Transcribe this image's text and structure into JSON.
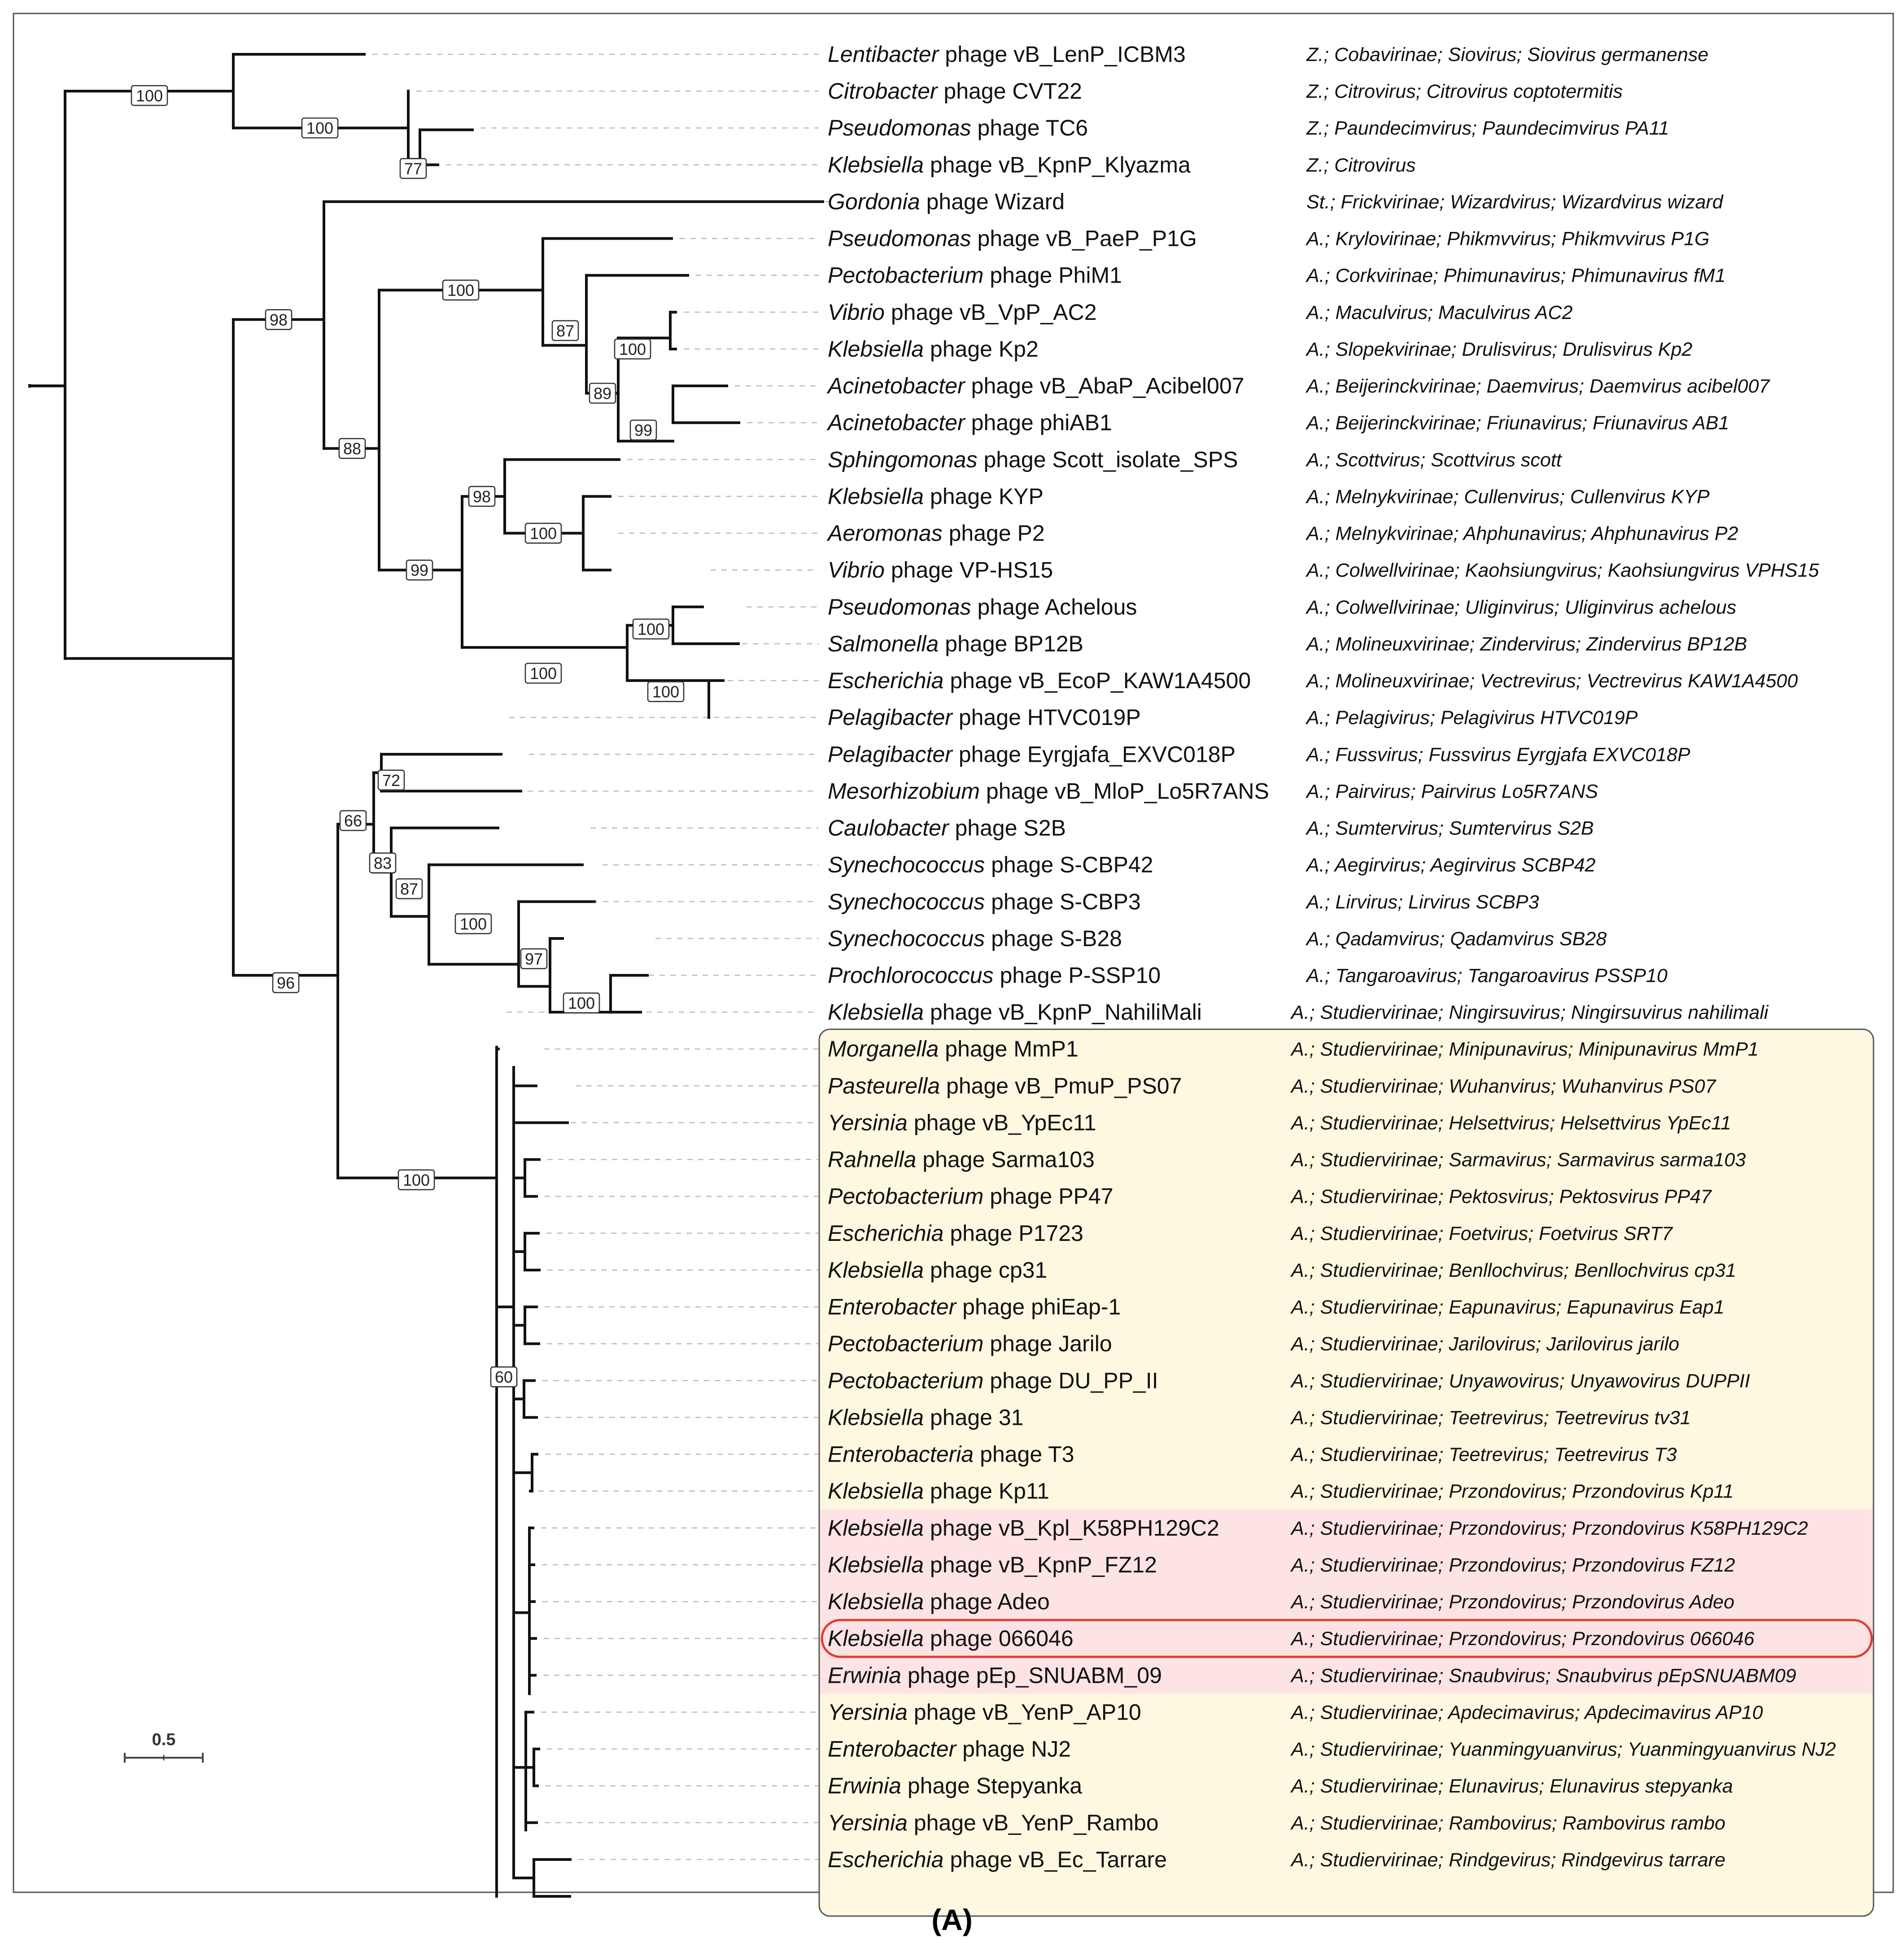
{
  "figure": {
    "panel_label": "(A)",
    "scale_bar_label": "0.5",
    "colors": {
      "clade_yellow": "#fff8e1",
      "clade_pink": "#fde3e3",
      "highlight_outline": "#e53935"
    }
  },
  "taxa": [
    {
      "genus": "Lentibacter",
      "rest": " phage vB_LenP_ICBM3",
      "taxonomy": "Z.; Cobavirinae; Siovirus; Siovirus germanense"
    },
    {
      "genus": "Citrobacter",
      "rest": " phage CVT22",
      "taxonomy": "Z.; Citrovirus; Citrovirus coptotermitis"
    },
    {
      "genus": "Pseudomonas",
      "rest": " phage TC6",
      "taxonomy": "Z.; Paundecimvirus; Paundecimvirus PA11"
    },
    {
      "genus": "Klebsiella",
      "rest": " phage vB_KpnP_Klyazma",
      "taxonomy": "Z.; Citrovirus"
    },
    {
      "genus": "Gordonia",
      "rest": " phage Wizard",
      "taxonomy": "St.; Frickvirinae; Wizardvirus; Wizardvirus wizard"
    },
    {
      "genus": "Pseudomonas",
      "rest": " phage vB_PaeP_P1G",
      "taxonomy": "A.; Krylovirinae; Phikmvvirus; Phikmvvirus P1G"
    },
    {
      "genus": "Pectobacterium",
      "rest": " phage PhiM1",
      "taxonomy": "A.; Corkvirinae; Phimunavirus; Phimunavirus fM1"
    },
    {
      "genus": "Vibrio",
      "rest": " phage vB_VpP_AC2",
      "taxonomy": "A.; Maculvirus; Maculvirus AC2"
    },
    {
      "genus": "Klebsiella",
      "rest": " phage Kp2",
      "taxonomy": "A.; Slopekvirinae; Drulisvirus; Drulisvirus Kp2"
    },
    {
      "genus": "Acinetobacter",
      "rest": " phage vB_AbaP_Acibel007",
      "taxonomy": "A.; Beijerinckvirinae; Daemvirus; Daemvirus acibel007"
    },
    {
      "genus": "Acinetobacter",
      "rest": " phage phiAB1",
      "taxonomy": "A.; Beijerinckvirinae; Friunavirus; Friunavirus AB1"
    },
    {
      "genus": "Sphingomonas",
      "rest": " phage Scott_isolate_SPS",
      "taxonomy": "A.; Scottvirus; Scottvirus scott"
    },
    {
      "genus": "Klebsiella",
      "rest": " phage KYP",
      "taxonomy": "A.; Melnykvirinae; Cullenvirus; Cullenvirus KYP"
    },
    {
      "genus": "Aeromonas",
      "rest": " phage P2",
      "taxonomy": "A.; Melnykvirinae; Ahphunavirus; Ahphunavirus P2"
    },
    {
      "genus": "Vibrio",
      "rest": " phage VP-HS15",
      "taxonomy": "A.; Colwellvirinae; Kaohsiungvirus; Kaohsiungvirus VPHS15"
    },
    {
      "genus": "Pseudomonas",
      "rest": " phage Achelous",
      "taxonomy": "A.; Colwellvirinae; Uliginvirus; Uliginvirus achelous"
    },
    {
      "genus": "Salmonella",
      "rest": " phage BP12B",
      "taxonomy": "A.; Molineuxvirinae; Zindervirus; Zindervirus BP12B"
    },
    {
      "genus": "Escherichia",
      "rest": " phage vB_EcoP_KAW1A4500",
      "taxonomy": "A.; Molineuxvirinae; Vectrevirus; Vectrevirus KAW1A4500"
    },
    {
      "genus": "Pelagibacter",
      "rest": " phage HTVC019P",
      "taxonomy": "A.; Pelagivirus; Pelagivirus HTVC019P"
    },
    {
      "genus": "Pelagibacter",
      "rest": " phage Eyrgjafa_EXVC018P",
      "taxonomy": "A.; Fussvirus; Fussvirus Eyrgjafa EXVC018P"
    },
    {
      "genus": "Mesorhizobium",
      "rest": " phage vB_MloP_Lo5R7ANS",
      "taxonomy": "A.; Pairvirus; Pairvirus Lo5R7ANS"
    },
    {
      "genus": "Caulobacter",
      "rest": " phage S2B",
      "taxonomy": "A.; Sumtervirus; Sumtervirus S2B"
    },
    {
      "genus": "Synechococcus",
      "rest": " phage S-CBP42",
      "taxonomy": "A.; Aegirvirus; Aegirvirus SCBP42"
    },
    {
      "genus": "Synechococcus",
      "rest": " phage S-CBP3",
      "taxonomy": "A.; Lirvirus; Lirvirus SCBP3"
    },
    {
      "genus": "Synechococcus",
      "rest": " phage S-B28",
      "taxonomy": "A.; Qadamvirus; Qadamvirus SB28"
    },
    {
      "genus": "Prochlorococcus",
      "rest": " phage P-SSP10",
      "taxonomy": "A.; Tangaroavirus; Tangaroavirus PSSP10"
    },
    {
      "genus": "Klebsiella",
      "rest": " phage vB_KpnP_NahiliMali",
      "taxonomy": "A.; Studiervirinae; Ningirsuvirus; Ningirsuvirus nahilimali"
    },
    {
      "genus": "Morganella",
      "rest": " phage MmP1",
      "taxonomy": "A.; Studiervirinae; Minipunavirus; Minipunavirus MmP1"
    },
    {
      "genus": "Pasteurella",
      "rest": " phage vB_PmuP_PS07",
      "taxonomy": "A.; Studiervirinae; Wuhanvirus; Wuhanvirus PS07"
    },
    {
      "genus": "Yersinia",
      "rest": " phage vB_YpEc11",
      "taxonomy": "A.; Studiervirinae; Helsettvirus; Helsettvirus YpEc11"
    },
    {
      "genus": "Rahnella",
      "rest": " phage Sarma103",
      "taxonomy": "A.; Studiervirinae; Sarmavirus; Sarmavirus sarma103"
    },
    {
      "genus": "Pectobacterium",
      "rest": " phage PP47",
      "taxonomy": "A.; Studiervirinae; Pektosvirus; Pektosvirus PP47"
    },
    {
      "genus": "Escherichia",
      "rest": " phage P1723",
      "taxonomy": "A.; Studiervirinae; Foetvirus; Foetvirus SRT7"
    },
    {
      "genus": "Klebsiella",
      "rest": " phage cp31",
      "taxonomy": "A.; Studiervirinae; Benllochvirus; Benllochvirus cp31"
    },
    {
      "genus": "Enterobacter",
      "rest": " phage phiEap-1",
      "taxonomy": "A.; Studiervirinae; Eapunavirus; Eapunavirus Eap1"
    },
    {
      "genus": "Pectobacterium",
      "rest": " phage Jarilo",
      "taxonomy": "A.; Studiervirinae; Jarilovirus; Jarilovirus jarilo"
    },
    {
      "genus": "Pectobacterium",
      "rest": " phage DU_PP_II",
      "taxonomy": "A.; Studiervirinae; Unyawovirus; Unyawovirus DUPPII"
    },
    {
      "genus": "Klebsiella",
      "rest": " phage 31",
      "taxonomy": "A.; Studiervirinae; Teetrevirus; Teetrevirus tv31"
    },
    {
      "genus": "Enterobacteria",
      "rest": " phage T3",
      "taxonomy": "A.; Studiervirinae; Teetrevirus; Teetrevirus T3"
    },
    {
      "genus": "Klebsiella",
      "rest": " phage Kp11",
      "taxonomy": "A.; Studiervirinae; Przondovirus; Przondovirus Kp11"
    },
    {
      "genus": "Klebsiella",
      "rest": " phage vB_Kpl_K58PH129C2",
      "taxonomy": "A.; Studiervirinae; Przondovirus; Przondovirus K58PH129C2"
    },
    {
      "genus": "Klebsiella",
      "rest": " phage vB_KpnP_FZ12",
      "taxonomy": "A.; Studiervirinae; Przondovirus; Przondovirus FZ12"
    },
    {
      "genus": "Klebsiella",
      "rest": " phage Adeo",
      "taxonomy": "A.; Studiervirinae; Przondovirus; Przondovirus Adeo"
    },
    {
      "genus": "Klebsiella",
      "rest": " phage 066046",
      "taxonomy": "A.; Studiervirinae; Przondovirus; Przondovirus 066046"
    },
    {
      "genus": "Erwinia",
      "rest": " phage pEp_SNUABM_09",
      "taxonomy": "A.; Studiervirinae; Snaubvirus; Snaubvirus pEpSNUABM09"
    },
    {
      "genus": "Yersinia",
      "rest": " phage vB_YenP_AP10",
      "taxonomy": "A.; Studiervirinae; Apdecimavirus; Apdecimavirus AP10"
    },
    {
      "genus": "Enterobacter",
      "rest": " phage NJ2",
      "taxonomy": "A.; Studiervirinae; Yuanmingyuanvirus; Yuanmingyuanvirus NJ2"
    },
    {
      "genus": "Erwinia",
      "rest": " phage Stepyanka",
      "taxonomy": "A.; Studiervirinae; Elunavirus; Elunavirus stepyanka"
    },
    {
      "genus": "Yersinia",
      "rest": " phage vB_YenP_Rambo",
      "taxonomy": "A.; Studiervirinae; Rambovirus; Rambovirus rambo"
    },
    {
      "genus": "Escherichia",
      "rest": " phage vB_Ec_Tarrare",
      "taxonomy": "A.; Studiervirinae; Rindgevirus; Rindgevirus tarrare"
    }
  ],
  "support_values": [
    "100",
    "100",
    "77",
    "98",
    "88",
    "100",
    "87",
    "100",
    "89",
    "99",
    "99",
    "98",
    "100",
    "100",
    "100",
    "100",
    "96",
    "66",
    "72",
    "83",
    "87",
    "100",
    "97",
    "100",
    "100",
    "60"
  ],
  "clade_groups": {
    "studiervirinae_first_tip": 27,
    "studiervirinae_last_tip": 50,
    "przondovirus_first_tip": 40,
    "przondovirus_last_tip": 44,
    "highlighted_tip": 43
  }
}
